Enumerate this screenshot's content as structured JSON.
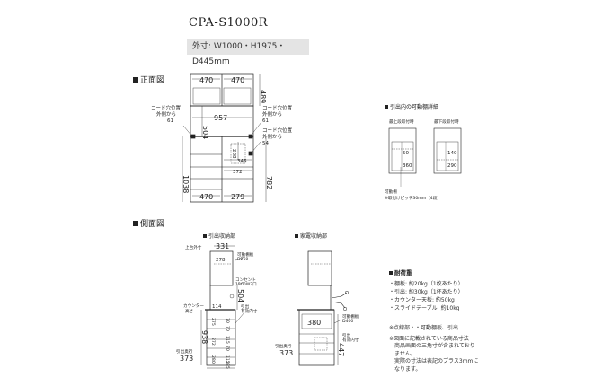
{
  "model": "CPA-S1000R",
  "dimensions": "外寸: W1000・H1975・D445mm",
  "front": {
    "title": "正面図",
    "w_top_left": "470",
    "w_top_right": "470",
    "h_top": "489",
    "w_counter": "957",
    "h_counter": "504",
    "w_drawer_left": "470",
    "w_drawer_right": "279",
    "h_base": "1038",
    "h_right": "782",
    "w_372": "372",
    "w_346": "346",
    "h_288": "288",
    "cord1_a": "コード穴位置",
    "cord1_b": "外側から",
    "cord1_c": "61",
    "cord2_a": "コード穴位置",
    "cord2_b": "外側から",
    "cord2_c": "61",
    "cord3_a": "コード穴位置",
    "cord3_b": "外側から",
    "cord3_c": "54"
  },
  "detail": {
    "title": "引出内の可動棚詳細",
    "upper_label": "最上段取付時",
    "lower_label": "最下段取付時",
    "upper_v1": "50",
    "upper_v2": "360",
    "lower_v1": "140",
    "lower_v2": "290",
    "note_a": "可動棚",
    "note_b": "※取付けピッチ30mm（4段）"
  },
  "side": {
    "title": "側面図",
    "drawer_unit": "引出収納部",
    "appliance_unit": "家電収納部",
    "top_depth_label": "上台外寸",
    "top_depth": "331",
    "shelf_a1": "可動棚板",
    "shelf_a2": "D260",
    "d_278": "278",
    "outlet_a": "コンセント",
    "outlet_b": "1500W2口",
    "counter_a": "カウンター",
    "counter_b": "高さ",
    "d_114": "114",
    "d_504": "504",
    "inner_a": "引出",
    "inner_b": "有効内寸",
    "h_938": "938",
    "drawer_hs": [
      "70",
      "70",
      "115",
      "70",
      "115",
      "285"
    ],
    "drawer_ws": [
      "275",
      "272",
      "280"
    ],
    "depth_a": "引出奥行",
    "depth_b": "373",
    "app_d380": "380",
    "app_shelf_a": "可動棚板",
    "app_shelf_b": "D400",
    "app_inner_a": "引出",
    "app_inner_b": "有効内寸",
    "app_depth_a": "引出奥行",
    "app_depth_b": "373",
    "app_h_447": "447"
  },
  "spec": {
    "title": "耐荷重",
    "lines": [
      "・棚板: 約20kg（1枚あたり）",
      "・引出: 約30kg（1杯あたり）",
      "・カウンター天板: 約50kg",
      "・スライドテーブル: 約10kg"
    ]
  },
  "notes": {
    "lines": [
      "※点線部・・可動棚板、引出",
      "※図面に記載されている商品寸法",
      "　商品画面の三角寸が含まれており",
      "　ません。",
      "　実際の寸法は表記のプラス3mmに",
      "　なります。"
    ]
  }
}
